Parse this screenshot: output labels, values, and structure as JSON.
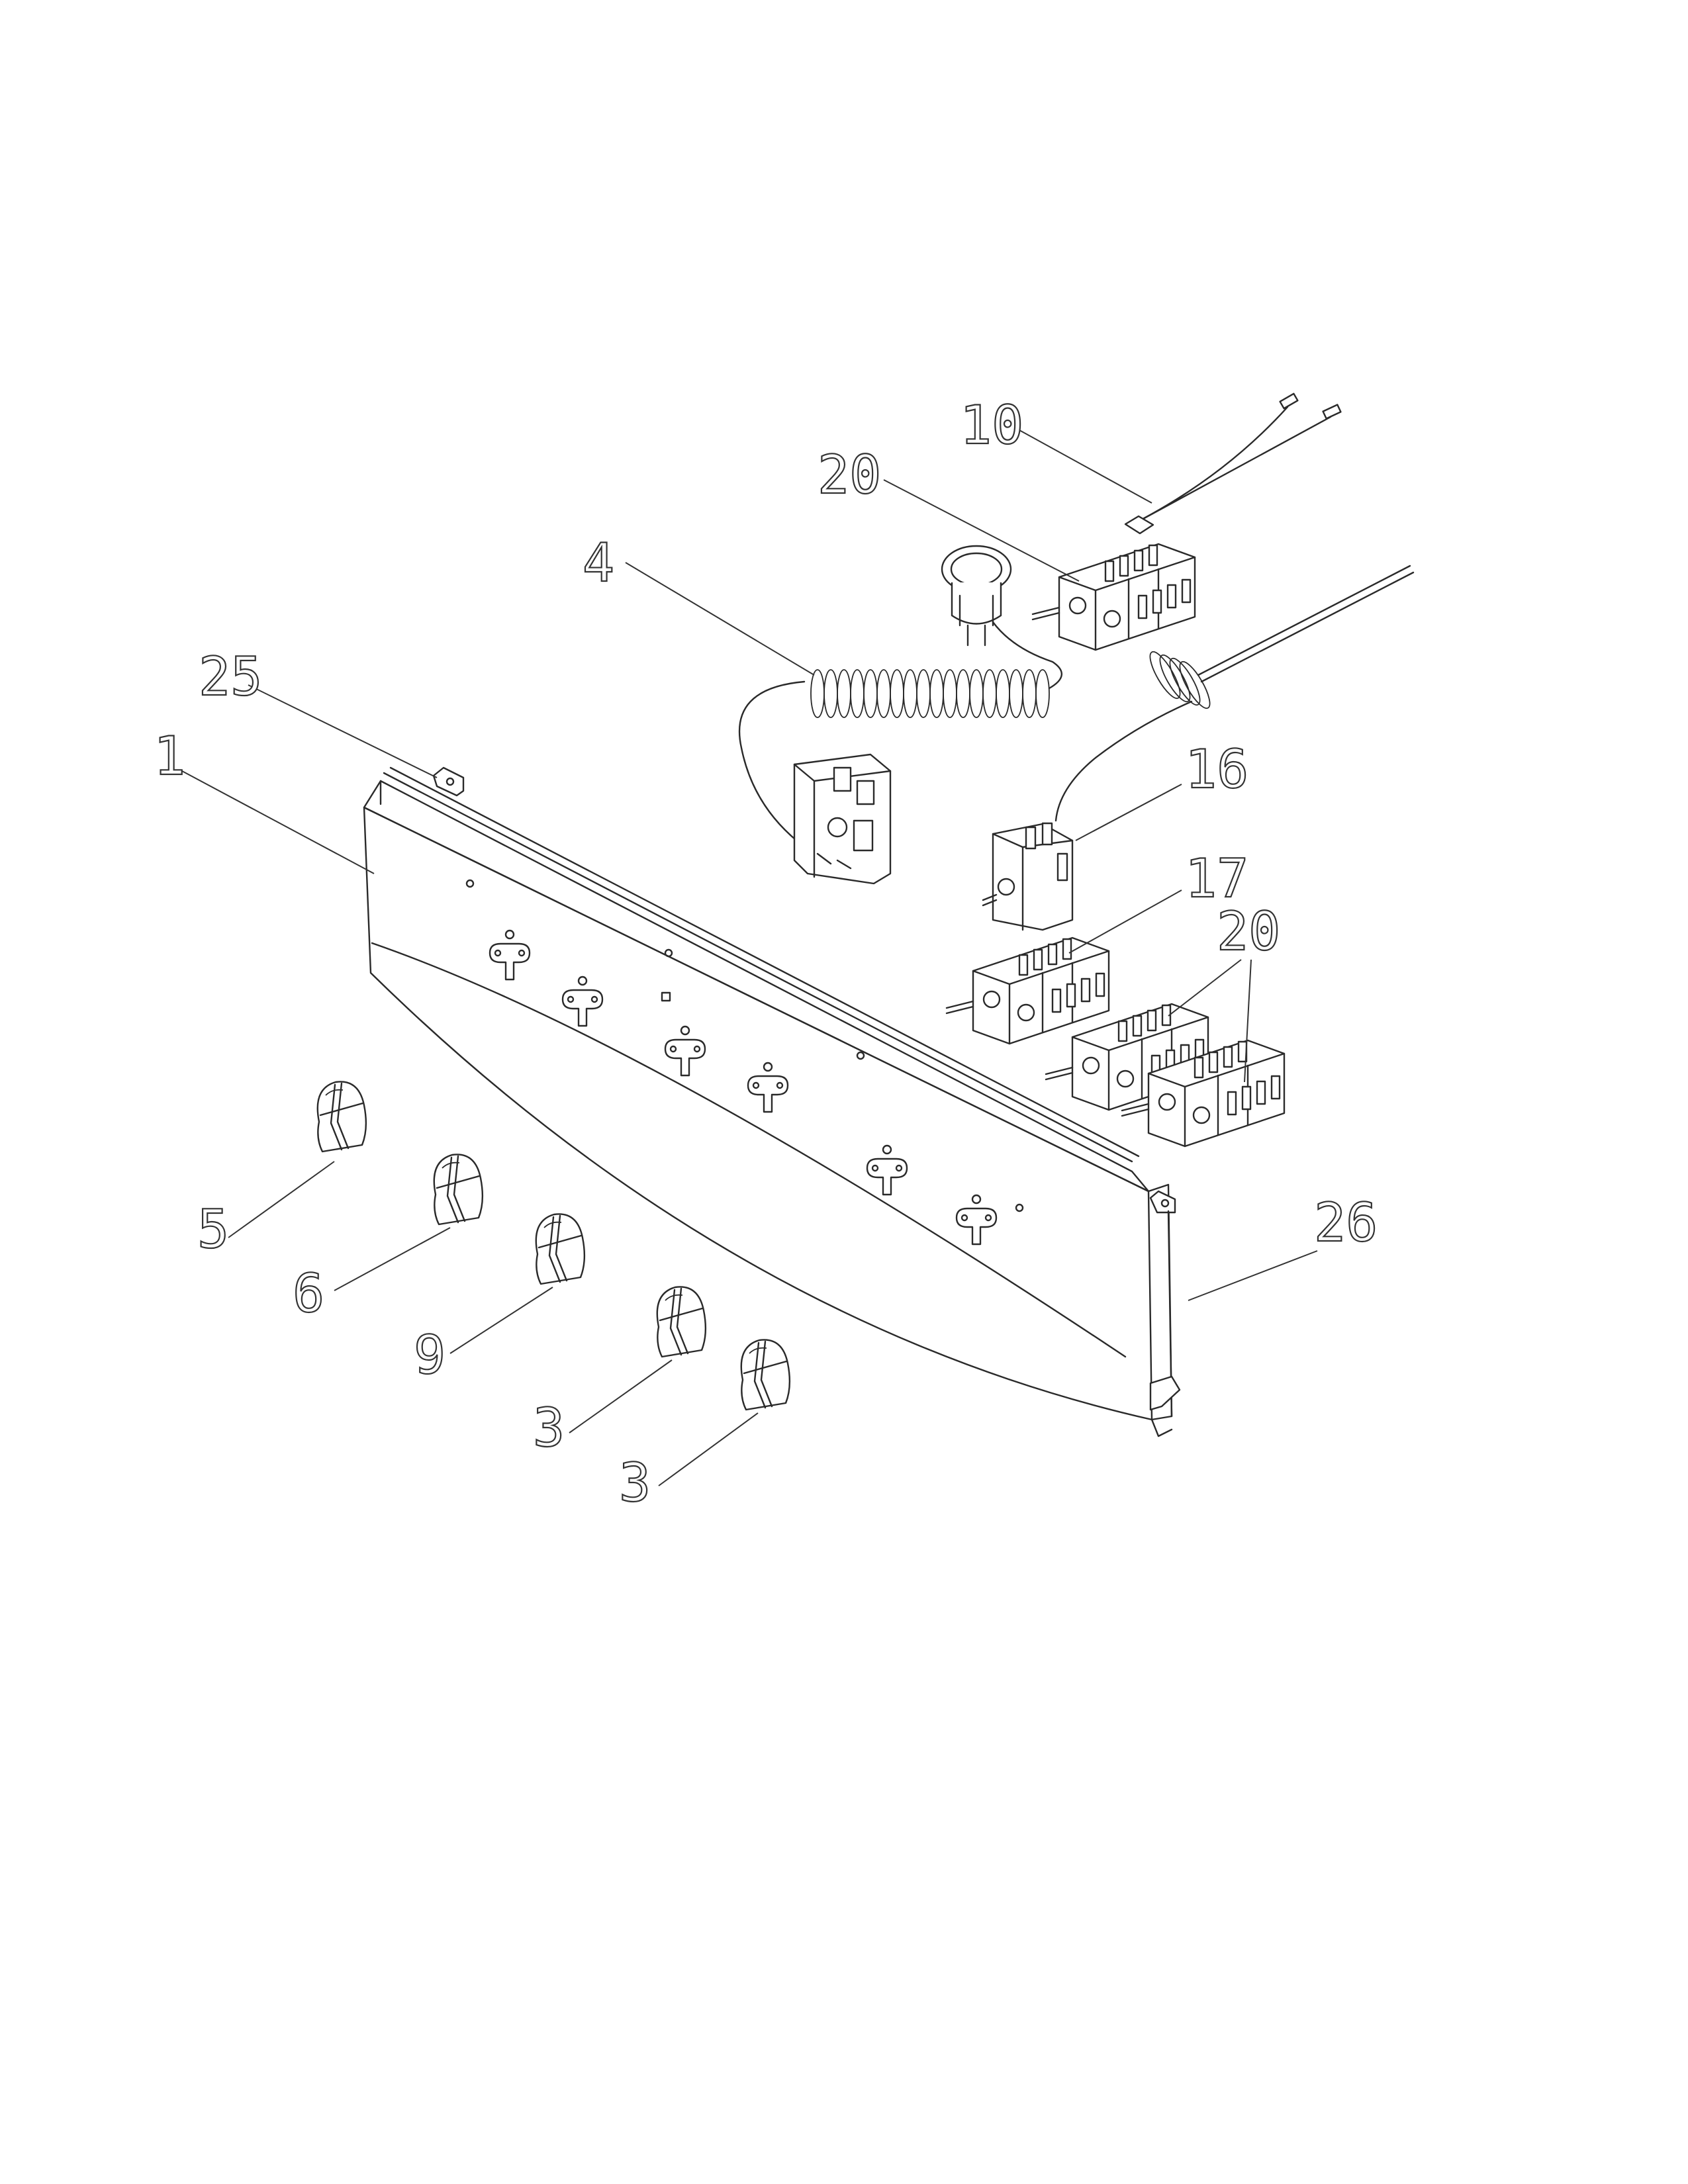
{
  "diagram": {
    "callouts": {
      "c1": "1",
      "c3a": "3",
      "c3b": "3",
      "c4": "4",
      "c5": "5",
      "c6": "6",
      "c9": "9",
      "c10": "10",
      "c16": "16",
      "c17": "17",
      "c20a": "20",
      "c20b": "20",
      "c25": "25",
      "c26": "26"
    }
  }
}
